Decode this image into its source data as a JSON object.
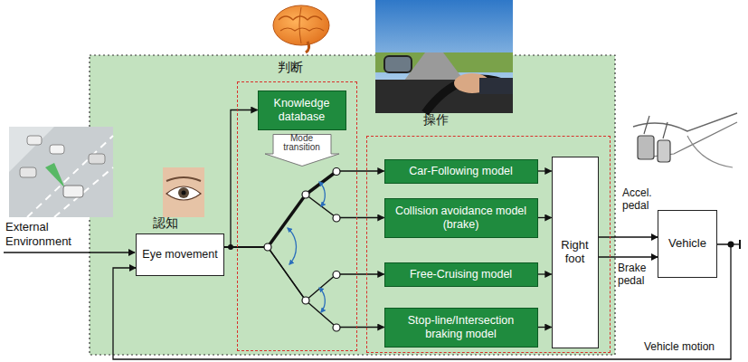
{
  "diagram": {
    "nodes": [
      {
        "text": [
          "認知",
          "Eye movement"
        ]
      },
      {
        "text": [
          "判断"
        ]
      },
      {
        "text": [
          "Knowledge database"
        ],
        "in": 1
      },
      {
        "text": [
          "Mode transition"
        ],
        "in": 1
      },
      {
        "text": [
          "操作"
        ]
      },
      {
        "text": [
          "Car-Following model"
        ],
        "in": 4
      },
      {
        "text": [
          "Collision avoidance model (brake)"
        ],
        "in": 4
      },
      {
        "text": [
          "Free-Cruising model"
        ],
        "in": 4
      },
      {
        "text": [
          "Stop-line/Intersection braking model"
        ],
        "in": 4
      },
      {
        "text": [
          "Right foot"
        ],
        "in": 4
      },
      {
        "text": [
          "Vehicle"
        ]
      }
    ],
    "edges": [
      {
        "from": 0,
        "to": 2,
        "arrow": "to"
      },
      {
        "from": 0,
        "to": 5,
        "arrow": "to"
      },
      {
        "from": 0,
        "to": 6,
        "arrow": "to"
      },
      {
        "from": 0,
        "to": 7,
        "arrow": "to"
      },
      {
        "from": 0,
        "to": 8,
        "arrow": "to"
      },
      {
        "from": 5,
        "to": 9,
        "arrow": "to"
      },
      {
        "from": 6,
        "to": 9,
        "arrow": "to"
      },
      {
        "from": 7,
        "to": 9,
        "arrow": "to"
      },
      {
        "from": 8,
        "to": 9,
        "arrow": "to"
      },
      {
        "from": 9,
        "to": 10,
        "arrow": "to"
      },
      {
        "from": 9,
        "to": 10,
        "arrow": "to"
      },
      {
        "from": 10,
        "to": 0,
        "arrow": "to"
      }
    ],
    "labels": [
      "External Environment",
      "Accel. pedal",
      "Brake pedal",
      "Vehicle motion"
    ]
  }
}
